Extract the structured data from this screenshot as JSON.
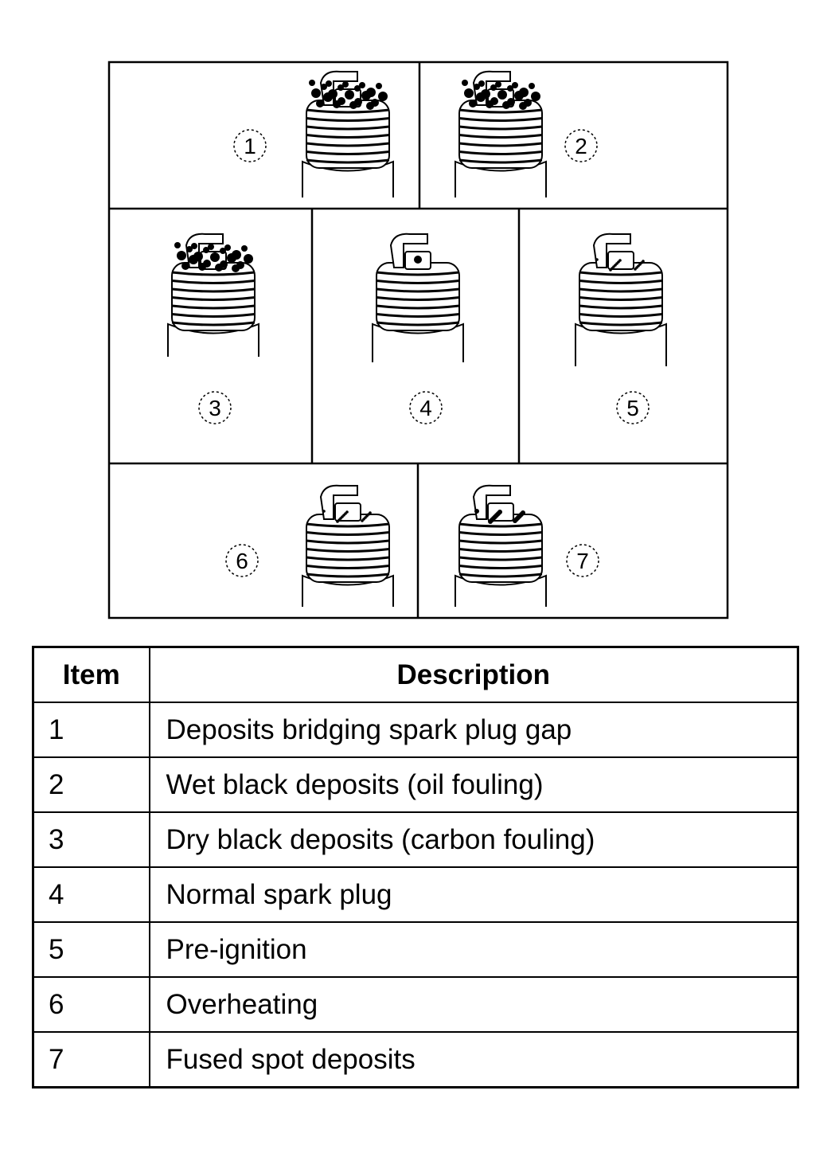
{
  "diagram": {
    "panels": [
      {
        "label": "1",
        "condition": "bridged"
      },
      {
        "label": "2",
        "condition": "oil"
      },
      {
        "label": "3",
        "condition": "carbon"
      },
      {
        "label": "4",
        "condition": "normal"
      },
      {
        "label": "5",
        "condition": "preignition"
      },
      {
        "label": "6",
        "condition": "overheat"
      },
      {
        "label": "7",
        "condition": "fused"
      }
    ]
  },
  "table": {
    "headers": {
      "item": "Item",
      "description": "Description"
    },
    "rows": [
      {
        "item": "1",
        "description": "Deposits bridging spark plug gap"
      },
      {
        "item": "2",
        "description": "Wet black deposits (oil fouling)"
      },
      {
        "item": "3",
        "description": "Dry black deposits (carbon fouling)"
      },
      {
        "item": "4",
        "description": "Normal spark plug"
      },
      {
        "item": "5",
        "description": "Pre-ignition"
      },
      {
        "item": "6",
        "description": "Overheating"
      },
      {
        "item": "7",
        "description": "Fused spot deposits"
      }
    ]
  }
}
